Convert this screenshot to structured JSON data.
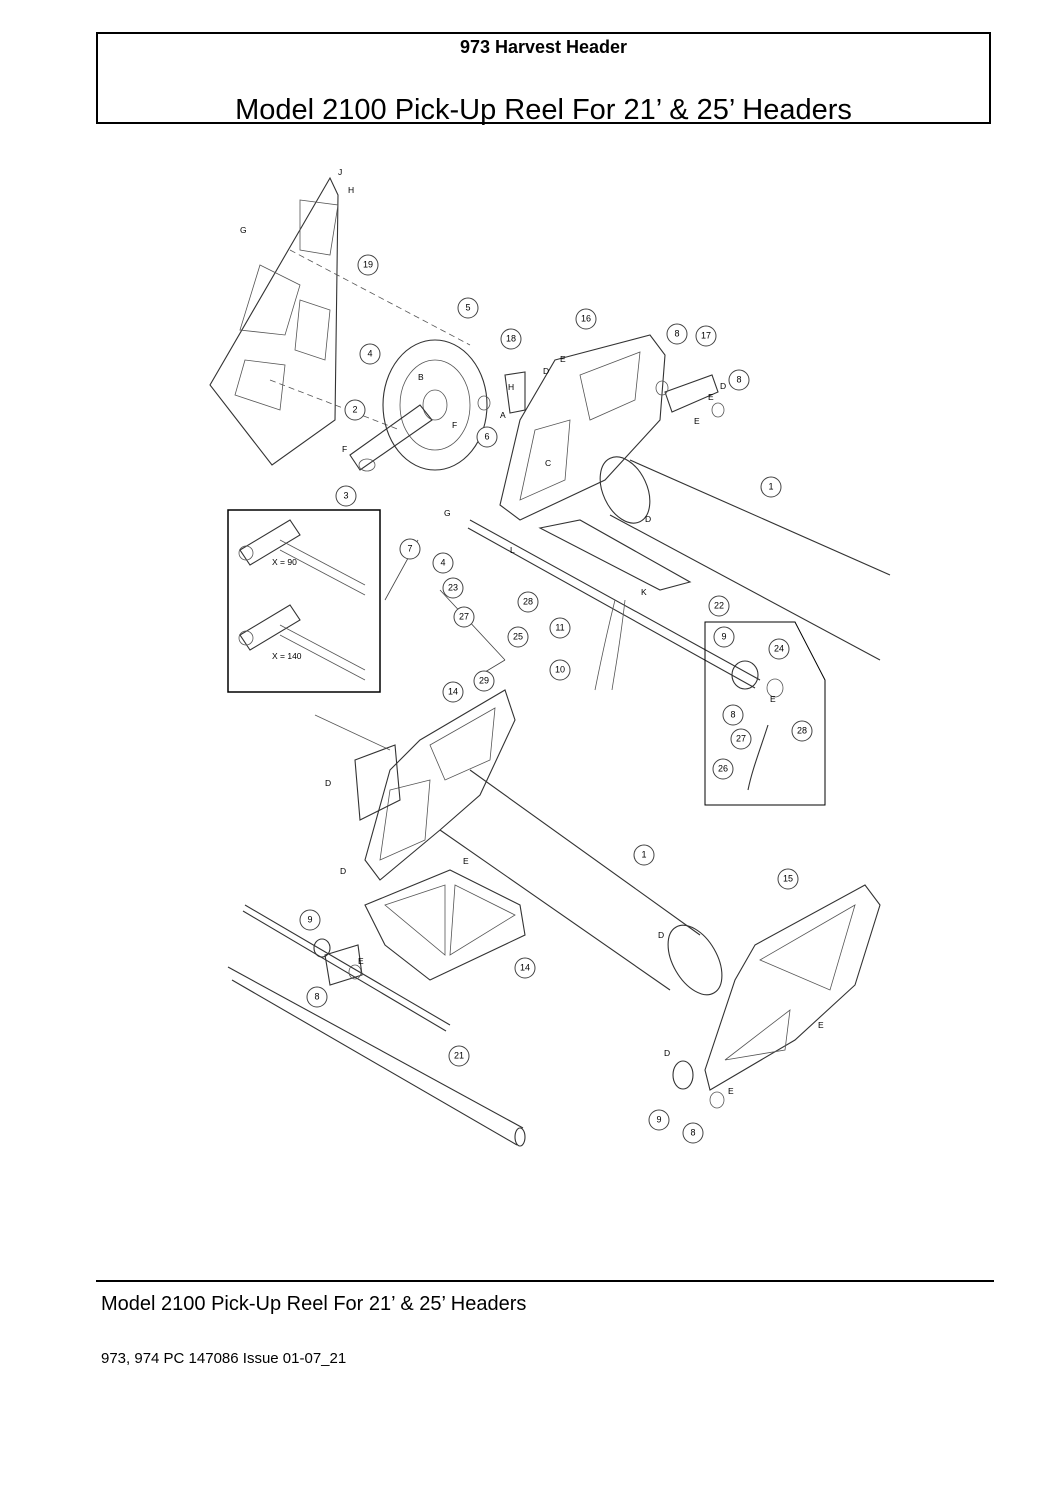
{
  "header": {
    "subtitle": "973 Harvest Header",
    "title": "Model 2100 Pick-Up Reel For 21’ & 25’ Headers"
  },
  "diagram": {
    "inset_labels": {
      "top": "X = 90",
      "bottom": "X = 140"
    },
    "callouts": [
      "19",
      "5",
      "4",
      "18",
      "16",
      "8",
      "17",
      "8",
      "2",
      "6",
      "3",
      "1",
      "7",
      "4",
      "23",
      "28",
      "27",
      "25",
      "11",
      "10",
      "29",
      "22",
      "9",
      "24",
      "8",
      "27",
      "28",
      "26",
      "14",
      "1",
      "15",
      "9",
      "8",
      "14",
      "21",
      "9",
      "8"
    ],
    "letters": [
      "J",
      "H",
      "G",
      "B",
      "F",
      "F",
      "H",
      "A",
      "D",
      "E",
      "C",
      "D",
      "D",
      "E",
      "E",
      "G",
      "L",
      "K",
      "E",
      "D",
      "D",
      "E",
      "E",
      "D",
      "E",
      "D",
      "E"
    ]
  },
  "footer": {
    "title": "Model 2100 Pick-Up Reel For 21’ & 25’ Headers",
    "code": "973, 974 PC 147086 Issue 01-07_21"
  }
}
